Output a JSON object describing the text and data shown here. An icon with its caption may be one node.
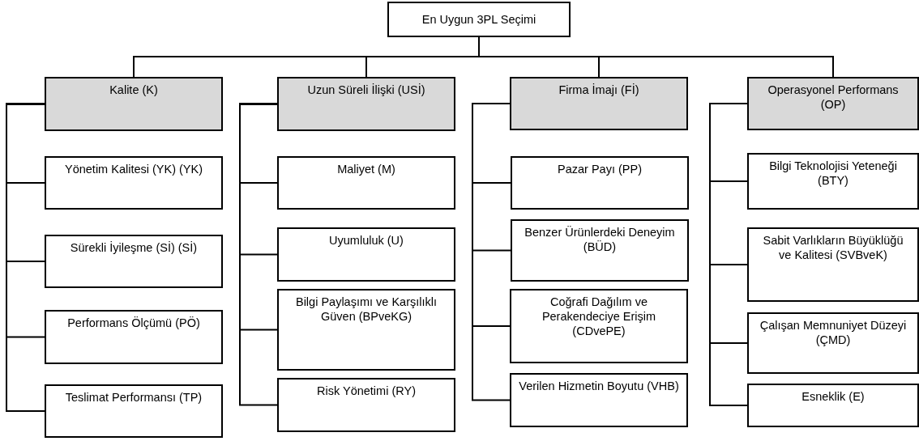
{
  "diagram": {
    "nodes": [
      {
        "text": [
          "En Uygun 3PL Seçimi"
        ]
      },
      {
        "text": [
          "Kalite (K)"
        ]
      },
      {
        "text": [
          "Yönetim Kalitesi (YK) (YK)"
        ]
      },
      {
        "text": [
          "Sürekli İyileşme (Sİ) (Sİ)"
        ]
      },
      {
        "text": [
          "Performans Ölçümü (PÖ)"
        ]
      },
      {
        "text": [
          "Teslimat Performansı (TP)"
        ]
      },
      {
        "text": [
          "Uzun Süreli İlişki (USİ)"
        ]
      },
      {
        "text": [
          "Maliyet (M)"
        ]
      },
      {
        "text": [
          "Uyumluluk (U)"
        ]
      },
      {
        "text": [
          "Bilgi Paylaşımı ve Karşılıklı Güven (BPveKG)"
        ]
      },
      {
        "text": [
          "Risk Yönetimi (RY)"
        ]
      },
      {
        "text": [
          "Firma İmajı (Fİ)"
        ]
      },
      {
        "text": [
          "Pazar Payı (PP)"
        ]
      },
      {
        "text": [
          "Benzer Ürünlerdeki Deneyim (BÜD)"
        ]
      },
      {
        "text": [
          "Coğrafi Dağılım ve Perakendeciye Erişim (CDvePE)"
        ]
      },
      {
        "text": [
          "Verilen Hizmetin Boyutu (VHB)"
        ]
      },
      {
        "text": [
          "Operasyonel Performans (OP)"
        ]
      },
      {
        "text": [
          "Bilgi Teknolojisi Yeteneği (BTY)"
        ]
      },
      {
        "text": [
          "Sabit Varlıkların Büyüklüğü ve Kalitesi (SVBveK)"
        ]
      },
      {
        "text": [
          "Çalışan Memnuniyet Düzeyi (ÇMD)"
        ]
      },
      {
        "text": [
          "Esneklik (E)"
        ]
      }
    ],
    "edges": [
      {
        "from": 0,
        "to": 1,
        "arrow": "none"
      },
      {
        "from": 0,
        "to": 6,
        "arrow": "none"
      },
      {
        "from": 0,
        "to": 11,
        "arrow": "none"
      },
      {
        "from": 0,
        "to": 16,
        "arrow": "none"
      },
      {
        "from": 1,
        "to": 2,
        "arrow": "none"
      },
      {
        "from": 1,
        "to": 3,
        "arrow": "none"
      },
      {
        "from": 1,
        "to": 4,
        "arrow": "none"
      },
      {
        "from": 1,
        "to": 5,
        "arrow": "none"
      },
      {
        "from": 6,
        "to": 7,
        "arrow": "none"
      },
      {
        "from": 6,
        "to": 8,
        "arrow": "none"
      },
      {
        "from": 6,
        "to": 9,
        "arrow": "none"
      },
      {
        "from": 6,
        "to": 10,
        "arrow": "none"
      },
      {
        "from": 11,
        "to": 12,
        "arrow": "none"
      },
      {
        "from": 11,
        "to": 13,
        "arrow": "none"
      },
      {
        "from": 11,
        "to": 14,
        "arrow": "none"
      },
      {
        "from": 11,
        "to": 15,
        "arrow": "none"
      },
      {
        "from": 16,
        "to": 17,
        "arrow": "none"
      },
      {
        "from": 16,
        "to": 18,
        "arrow": "none"
      },
      {
        "from": 16,
        "to": 19,
        "arrow": "none"
      },
      {
        "from": 16,
        "to": 20,
        "arrow": "none"
      }
    ]
  }
}
